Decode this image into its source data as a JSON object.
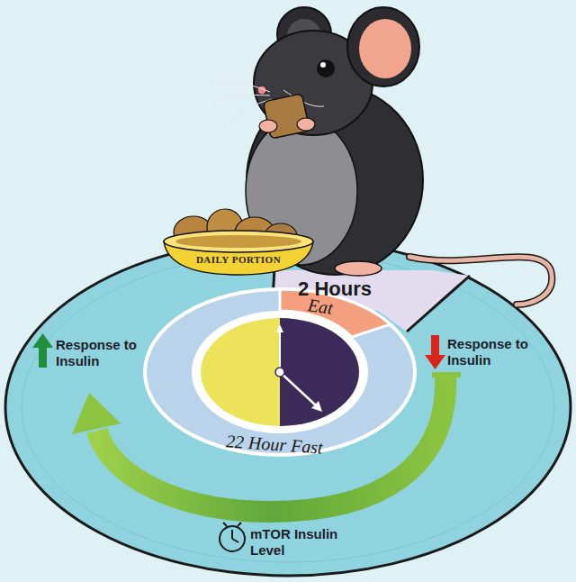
{
  "diagram": {
    "nodes": [
      {
        "text": [
          "DAILY PORTION"
        ]
      },
      {
        "text": [
          "2 Hours"
        ]
      },
      {
        "text": [
          "Eat"
        ]
      },
      {
        "text": [
          "22 Hour Fast"
        ]
      }
    ],
    "labels": [
      "Response to Insulin",
      "Response to Insulin",
      "mTOR Insulin Level"
    ]
  }
}
